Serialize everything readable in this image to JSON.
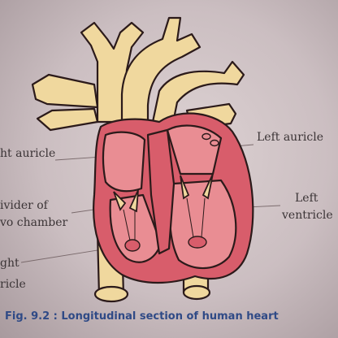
{
  "labels": {
    "right_auricle": "ht auricle",
    "divider_line1": "ivider of",
    "divider_line2": "vo chamber",
    "right_ventricle_line1": "ght",
    "right_ventricle_line2": "ricle",
    "left_auricle": "Left auricle",
    "left_ventricle_line1": "Left",
    "left_ventricle_line2": "ventricle"
  },
  "caption": "Fig. 9.2 : Longitudinal section of human heart",
  "colors": {
    "vessel": "#f0d89e",
    "heart_wall": "#d85d6b",
    "chamber": "#e98d93",
    "outline": "#2b1a1a",
    "caption_text": "#2f4a86",
    "label_text": "#3b3436"
  }
}
